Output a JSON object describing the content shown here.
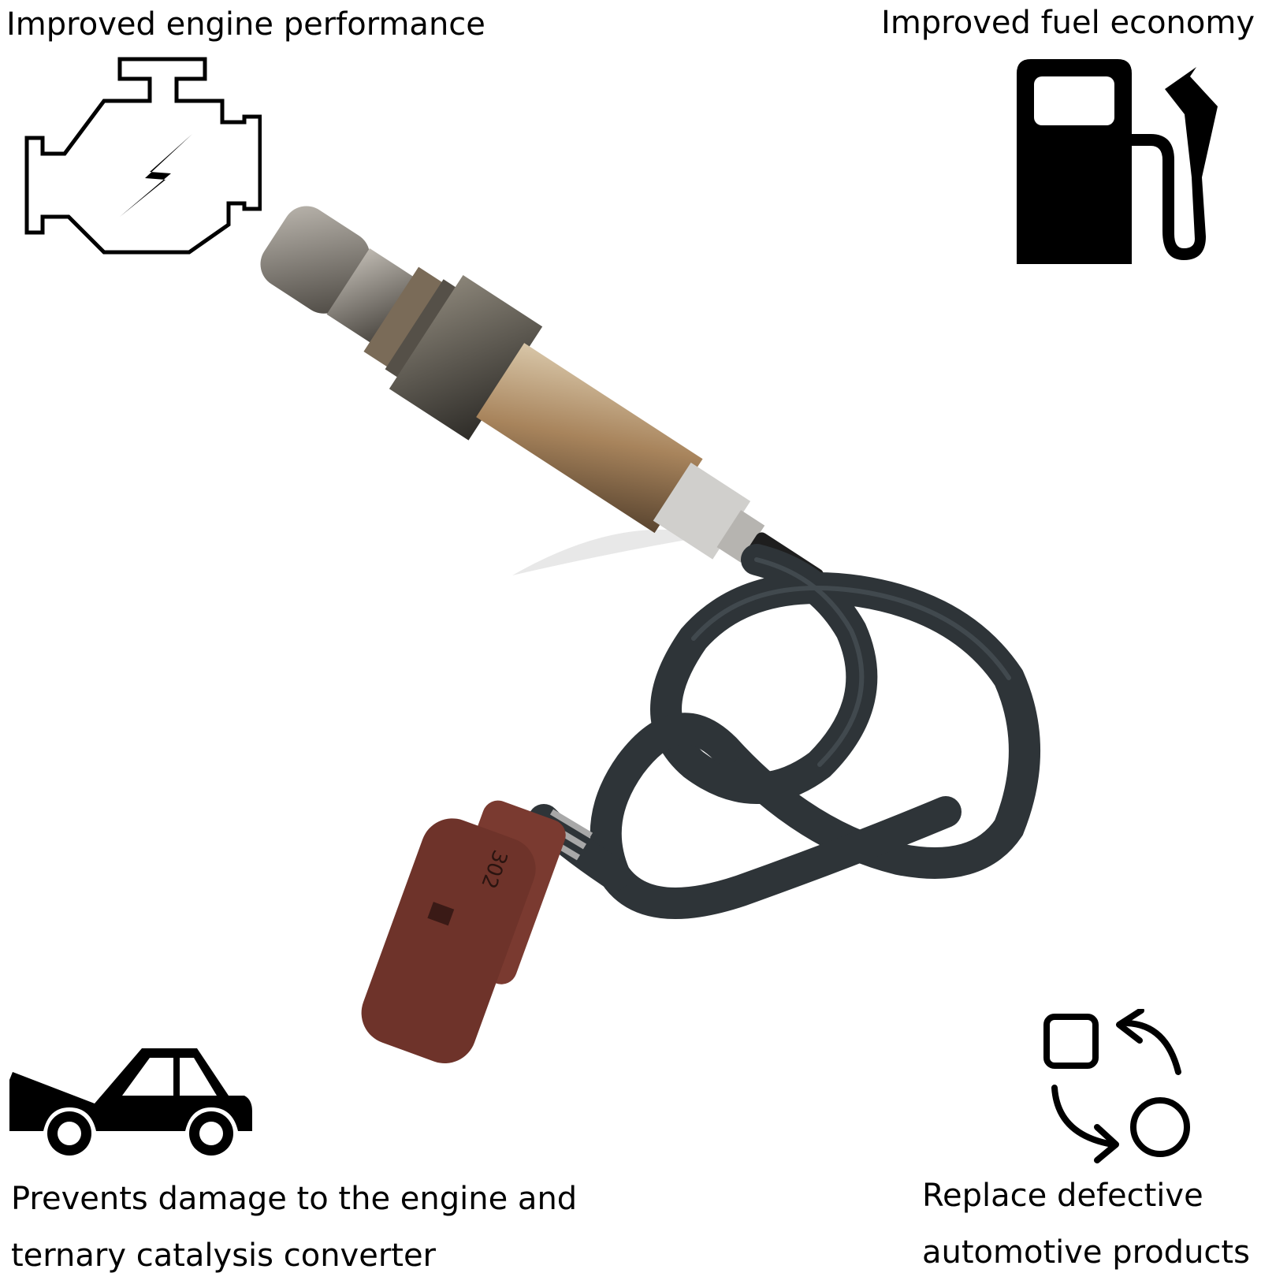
{
  "features": {
    "top_left": {
      "text": "Improved engine performance",
      "icon": "engine-lightning-icon"
    },
    "top_right": {
      "text": "Improved fuel economy",
      "icon": "fuel-pump-icon"
    },
    "bottom_left": {
      "lines": [
        "Prevents damage to the engine and",
        "ternary catalysis converter"
      ],
      "icon": "car-open-hood-icon"
    },
    "bottom_right": {
      "lines": [
        "Replace defective",
        "automotive products"
      ],
      "icon": "swap-square-circle-icon"
    }
  },
  "product": {
    "connector_marking": "302"
  },
  "colors": {
    "text": "#000000",
    "background": "#ffffff",
    "sensor_metal": "#b09070",
    "cable": "#2e3438",
    "connector": "#7a3a30"
  }
}
